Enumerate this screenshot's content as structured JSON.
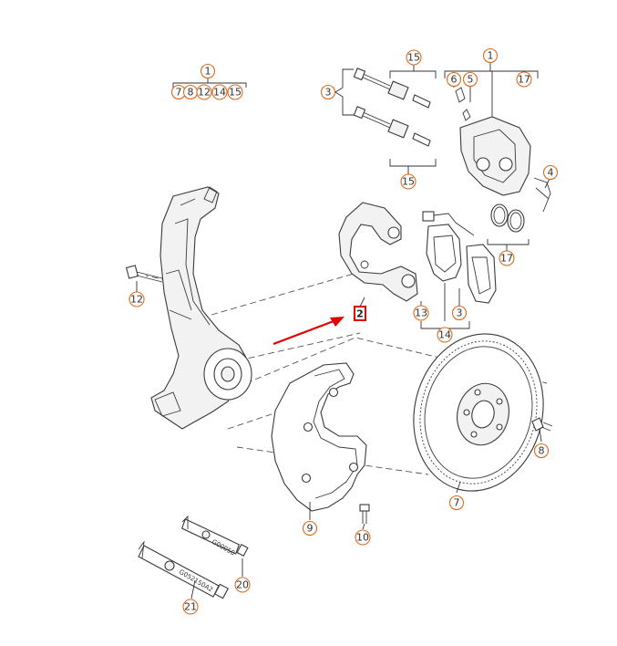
{
  "diagram": {
    "highlighted_part": "2",
    "accent_color": "#e06a1b",
    "highlight_color": "#e00000",
    "callouts": {
      "c1_top": "1",
      "c1_legend": "1",
      "legend_items": [
        "7",
        "8",
        "12",
        "14",
        "15"
      ],
      "c15_top": "15",
      "c15_bottom": "15",
      "c3_bolts": "3",
      "c6": "6",
      "c5": "5",
      "c17_top": "17",
      "c17_bottom": "17",
      "c4": "4",
      "c12": "12",
      "c2": "2",
      "c13": "13",
      "c3_pads": "3",
      "c14": "14",
      "c8": "8",
      "c7": "7",
      "c9": "9",
      "c10": "10",
      "c20": "20",
      "c21": "21"
    },
    "tube_labels": {
      "tube_20": "G00050",
      "tube_21": "G052150A2"
    }
  }
}
